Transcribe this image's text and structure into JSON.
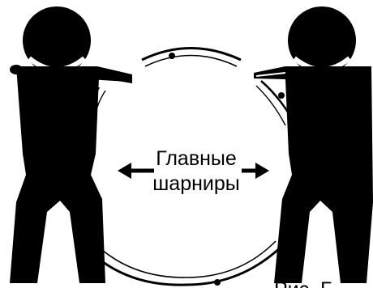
{
  "labels": {
    "line1": "Главные",
    "line2": "шарниры",
    "caption": "Рис. Б"
  },
  "colors": {
    "ink": "#000000",
    "paper": "#ffffff"
  },
  "icons": {
    "left_figure": "person-silhouette-icon",
    "right_figure": "person-silhouette-icon",
    "left_arrow": "arrow-left-icon",
    "right_arrow": "arrow-right-icon"
  }
}
